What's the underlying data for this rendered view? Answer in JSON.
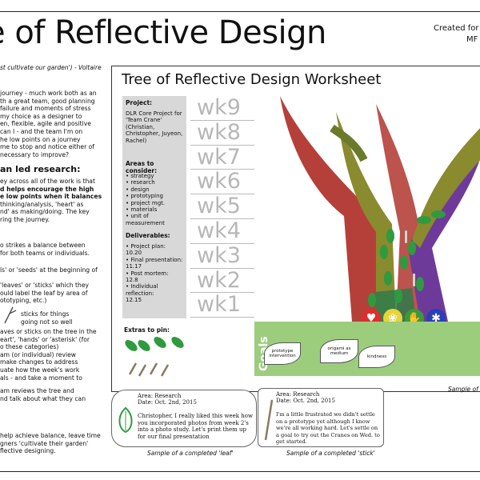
{
  "header": {
    "title_partial": "e of Reflective Design",
    "created_partial": "Created for",
    "created_partial2": "MF"
  },
  "left": {
    "quote": "st cultivate our garden') - Voltaire",
    "intro_lines": [
      "journey - much work both as an",
      "th a great team, good planning",
      "failure and moments of stress",
      "my choice as a designer to",
      "en, flexible, agile and positive",
      "can I - and the team I'm on",
      "he low points on a journey",
      "me to stop and notice either of",
      "necessary to improve?"
    ],
    "heading": "an led research:",
    "research_lines": [
      "ey across all of the work is that",
      "d helps encourage the high",
      "e low points when it balances",
      "thinking/analysis, 'heart' as",
      "nd' as making/doing.  The key",
      "ring the journey."
    ],
    "balance_lines": [
      "o strikes a balance between",
      "for both teams or individuals."
    ],
    "seeds_line": "ls' or 'seeds' at the beginning of",
    "leaves_lines": [
      "'leaves' or 'sticks' which they",
      "ould label the leaf by area of",
      "ototyping, etc.)"
    ],
    "sticks_note": [
      "sticks for things",
      "going not so well"
    ],
    "tree_lines": [
      "aves or sticks on the tree in the",
      "eart', 'hands' or 'asterisk' (for",
      "o these categories)",
      "am (or individual) review",
      "make changes to address",
      "uate how the week's work",
      "als - and take a moment to"
    ],
    "reviews_lines": [
      "am reviews the tree and",
      "nd talk about what they can"
    ],
    "closing_lines": [
      "help achieve balance, leave time",
      "gners 'cultivate their garden'",
      "flective designing."
    ]
  },
  "worksheet": {
    "title": "Tree of Reflective Design Worksheet",
    "project_label": "Project:",
    "project_text": "DLR Core Project for 'Team Crane' (Christian, Christopher, Juyeon, Rachel)",
    "areas_label": "Areas to consider:",
    "areas": [
      "• strategy",
      "• research",
      "• design",
      "• prototyping",
      "• project mgt.",
      "• materials",
      "• unit of",
      "   measurement"
    ],
    "deliverables_label": "Deliverables:",
    "deliverables": [
      "• Project plan:",
      "   10.20",
      "• Final presentation:",
      "   11.17",
      "• Post mortem:",
      "   12.8",
      "• Individual",
      "   reflection:",
      "   12.15"
    ],
    "weeks": [
      "wk9",
      "wk8",
      "wk7",
      "wk6",
      "wk5",
      "wk4",
      "wk3",
      "wk2",
      "wk1"
    ],
    "goals_label": "Goals",
    "goal_leaves": [
      "prototype intervention",
      "origami as medium",
      "kindness"
    ],
    "icons": [
      {
        "name": "heart",
        "color": "#e02d2d"
      },
      {
        "name": "head",
        "color": "#e6d43a"
      },
      {
        "name": "hands",
        "color": "#3a9a3a"
      },
      {
        "name": "etc.",
        "color": "#2a3fb5"
      }
    ],
    "extras_label": "Extras to pin:",
    "sample_right": "Sample of a"
  },
  "cards": {
    "leaf": {
      "area": "Area: Research",
      "date": "Date: Oct. 2nd, 2015",
      "text": "Christopher, I really liked this week how you incorporated photos from week 2's into a photo study.  Let's print them up for our final presentation",
      "caption": "Sample of a completed 'leaf'"
    },
    "stick": {
      "area": "Area: Research",
      "date": "Date: Oct. 2nd, 2015",
      "text": "I'm a little frustrated we didn't settle on a prototype yet although I know we're all working hard.  Let's settle on a goal to try out the Cranes on Wed. to get started.",
      "caption": "Sample of a completed 'stick'"
    }
  },
  "colors": {
    "goals_bg": "#9ccd7d",
    "leaf_green": "#2f9b3e",
    "trunk_red": "#b5403a",
    "trunk_olive": "#8a8a2e",
    "trunk_purple": "#6e3a9a",
    "grid_bg": "#d8d8d8"
  }
}
